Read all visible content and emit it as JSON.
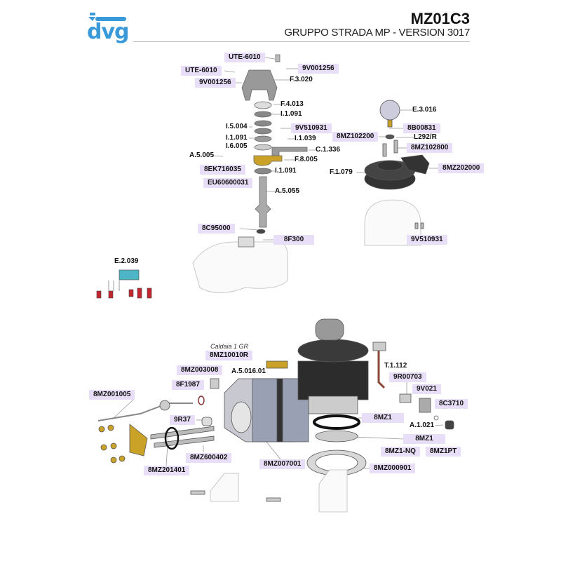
{
  "header": {
    "logo_text": "dvg",
    "code": "MZ01C3",
    "subtitle": "GRUPPO STRADA MP - VERSION 3017"
  },
  "colors": {
    "logo": "#3a9ad9",
    "label_bg": "#e9def7",
    "brass": "#c9a227"
  },
  "labels": [
    "UTE-6010",
    "9V001256",
    "UTE-6010",
    "F.3.020",
    "9V001256",
    "F.4.013",
    "I.1.091",
    "I.5.004",
    "9V510931",
    "I.1.091",
    "I.1.039",
    "I.6.005",
    "C.1.336",
    "A.5.005",
    "F.8.005",
    "8EK716035",
    "I.1.091",
    "EU60600031",
    "A.5.055",
    "8C95000",
    "8F300",
    "E.2.039",
    "E.3.016",
    "8B00831",
    "8MZ102200",
    "L292/R",
    "8MZ102800",
    "8MZ202000",
    "F.1.079",
    "9V510931",
    "Caldaia 1 GR",
    "8MZ10010R",
    "8MZ003008",
    "A.5.016.01",
    "8F1987",
    "8MZ001005",
    "9R37",
    "8MZ600402",
    "8MZ201401",
    "8MZ007001",
    "T.1.112",
    "9R00703",
    "9V021",
    "8C3710",
    "8MZ1",
    "A.1.021",
    "8MZ1",
    "8MZ1-NQ",
    "8MZ1PT",
    "8MZ000901"
  ]
}
